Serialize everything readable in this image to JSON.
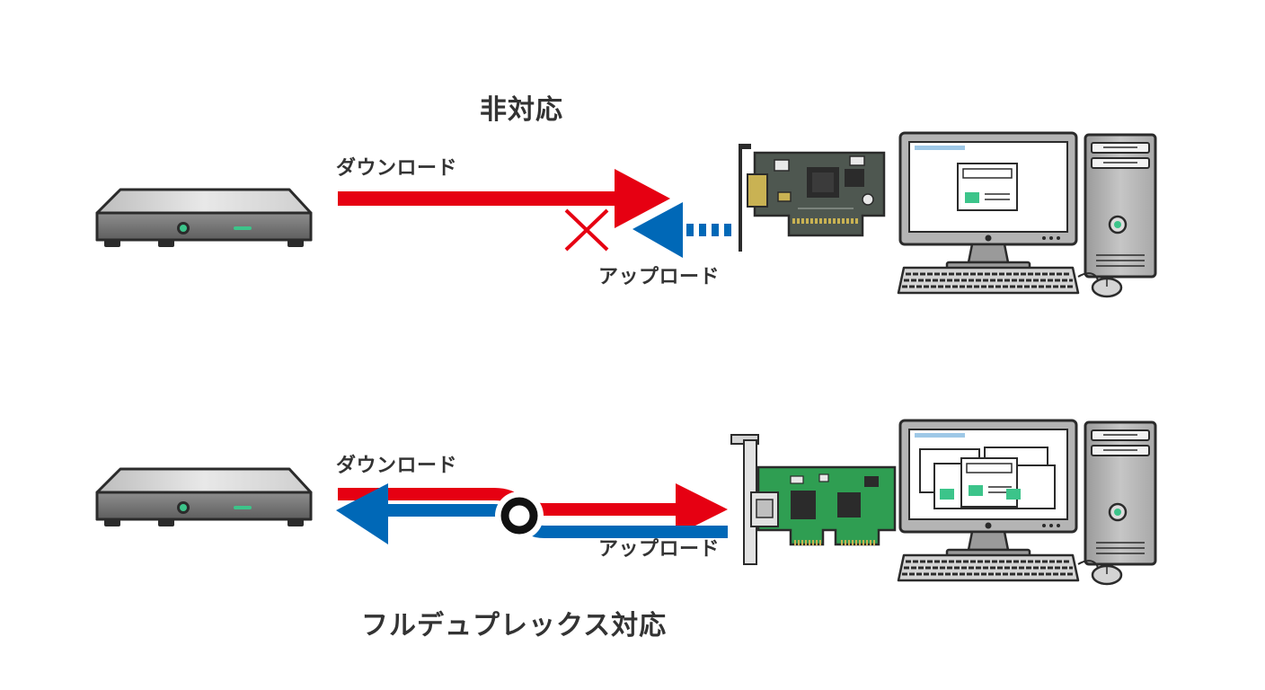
{
  "colors": {
    "download": "#e60012",
    "upload": "#0068b7",
    "text": "#333333",
    "pcb_green": "#2f9e52",
    "pcb_dark": "#4e5750",
    "led": "#3cc48a"
  },
  "top": {
    "title": "非対応",
    "download_label": "ダウンロード",
    "upload_label": "アップロード"
  },
  "bottom": {
    "title": "フルデュプレックス対応",
    "download_label": "ダウンロード",
    "upload_label": "アップロード"
  },
  "icons": [
    "router-icon",
    "old-network-card-icon",
    "pcie-network-card-icon",
    "desktop-pc-icon",
    "blocked-x-icon",
    "crossing-ring-icon"
  ]
}
